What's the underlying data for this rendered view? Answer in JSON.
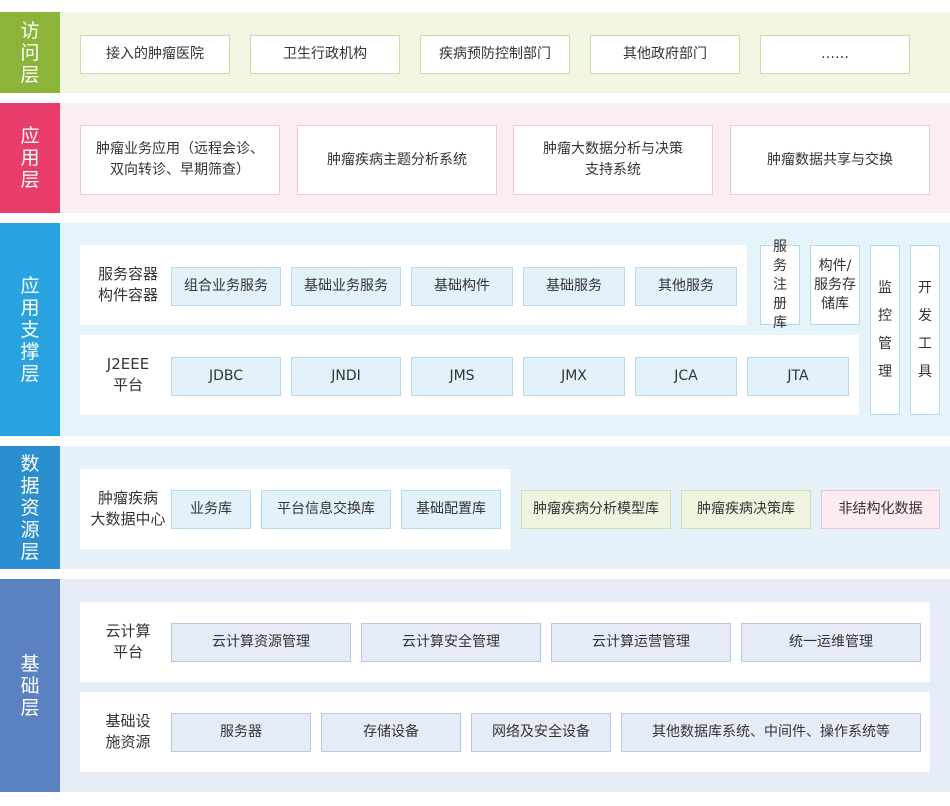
{
  "layers": {
    "access": {
      "label": "访问层",
      "color": "#8cb33a",
      "items": [
        "接入的肿瘤医院",
        "卫生行政机构",
        "疾病预防控制部门",
        "其他政府部门",
        "……"
      ]
    },
    "application": {
      "label": "应用层",
      "color": "#e83d6b",
      "items": [
        "肿瘤业务应用（远程会诊、\n双向转诊、早期筛查）",
        "肿瘤疾病主题分析系统",
        "肿瘤大数据分析与决策\n支持系统",
        "肿瘤数据共享与交换"
      ]
    },
    "support": {
      "label": "应用支撑层",
      "color": "#29a3df",
      "container_group": {
        "label": "服务容器\n构件容器",
        "items": [
          "组合业务服务",
          "基础业务服务",
          "基础构件",
          "基础服务",
          "其他服务"
        ]
      },
      "j2ee_group": {
        "label": "J2EEE\n平台",
        "items": [
          "JDBC",
          "JNDI",
          "JMS",
          "JMX",
          "JCA",
          "JTA"
        ]
      },
      "side_items": [
        "服务注册库",
        "构件/服务存储库",
        "监控管理",
        "开发工具"
      ]
    },
    "data": {
      "label": "数据资源层",
      "color": "#2b8fcf",
      "center_group": {
        "label": "肿瘤疾病\n大数据中心",
        "items": [
          "业务库",
          "平台信息交换库",
          "基础配置库"
        ]
      },
      "extra_items": [
        "肿瘤疾病分析模型库",
        "肿瘤疾病决策库",
        "非结构化数据"
      ]
    },
    "base": {
      "label": "基础层",
      "color": "#5b82c0",
      "cloud_group": {
        "label": "云计算\n平台",
        "items": [
          "云计算资源管理",
          "云计算安全管理",
          "云计算运营管理",
          "统一运维管理"
        ]
      },
      "infra_group": {
        "label": "基础设\n施资源",
        "items": [
          "服务器",
          "存储设备",
          "网络及安全设备",
          "其他数据库系统、中间件、操作系统等"
        ]
      }
    }
  }
}
